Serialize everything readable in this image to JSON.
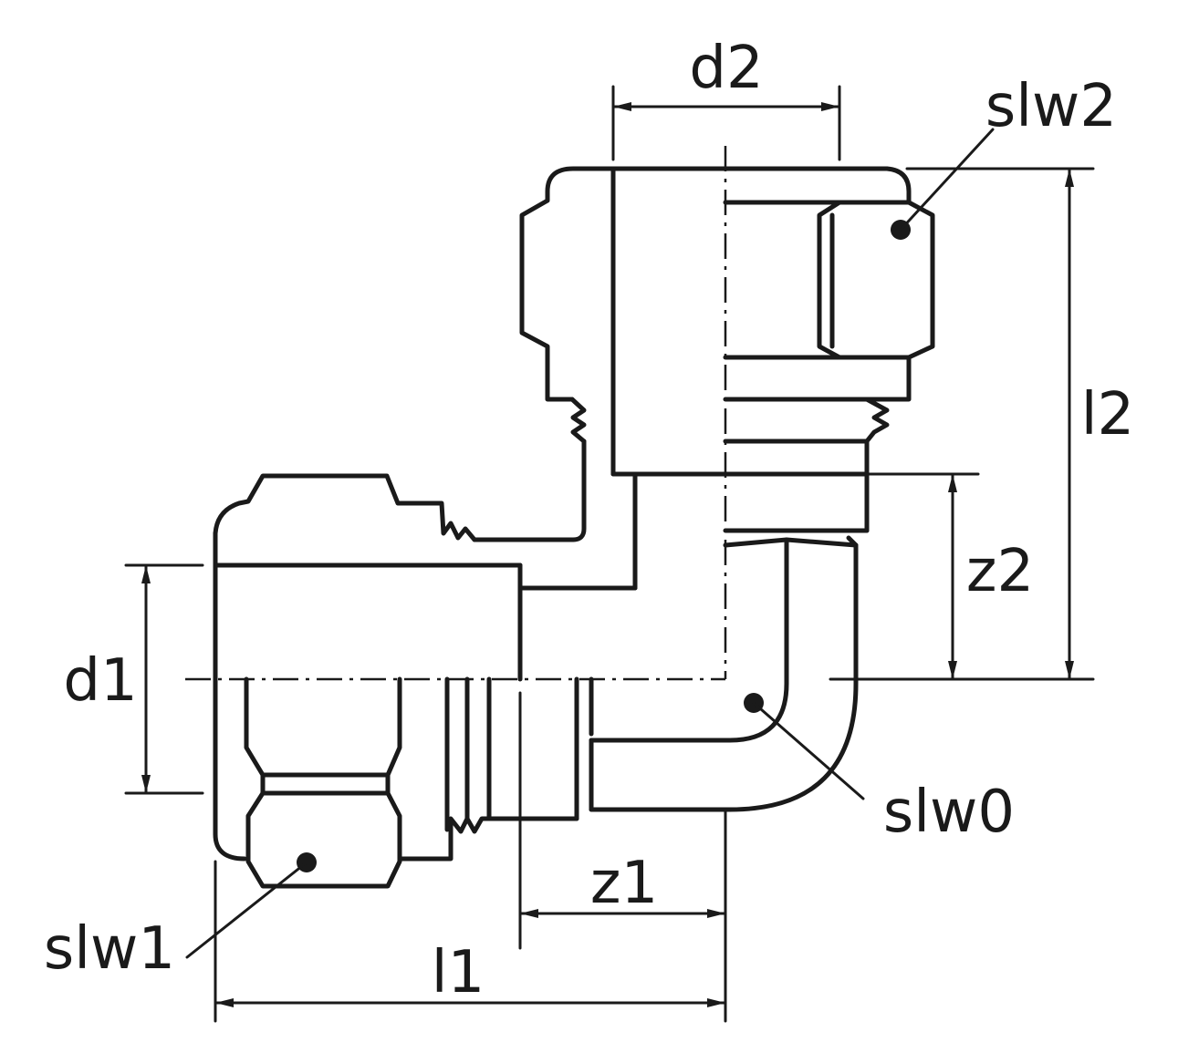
{
  "labels": {
    "d1": "d1",
    "d2": "d2",
    "l1": "l1",
    "l2": "l2",
    "z1": "z1",
    "z2": "z2",
    "slw0": "slw0",
    "slw1": "slw1",
    "slw2": "slw2"
  },
  "colors": {
    "ink": "#1a1a1a",
    "background": "#ffffff"
  }
}
